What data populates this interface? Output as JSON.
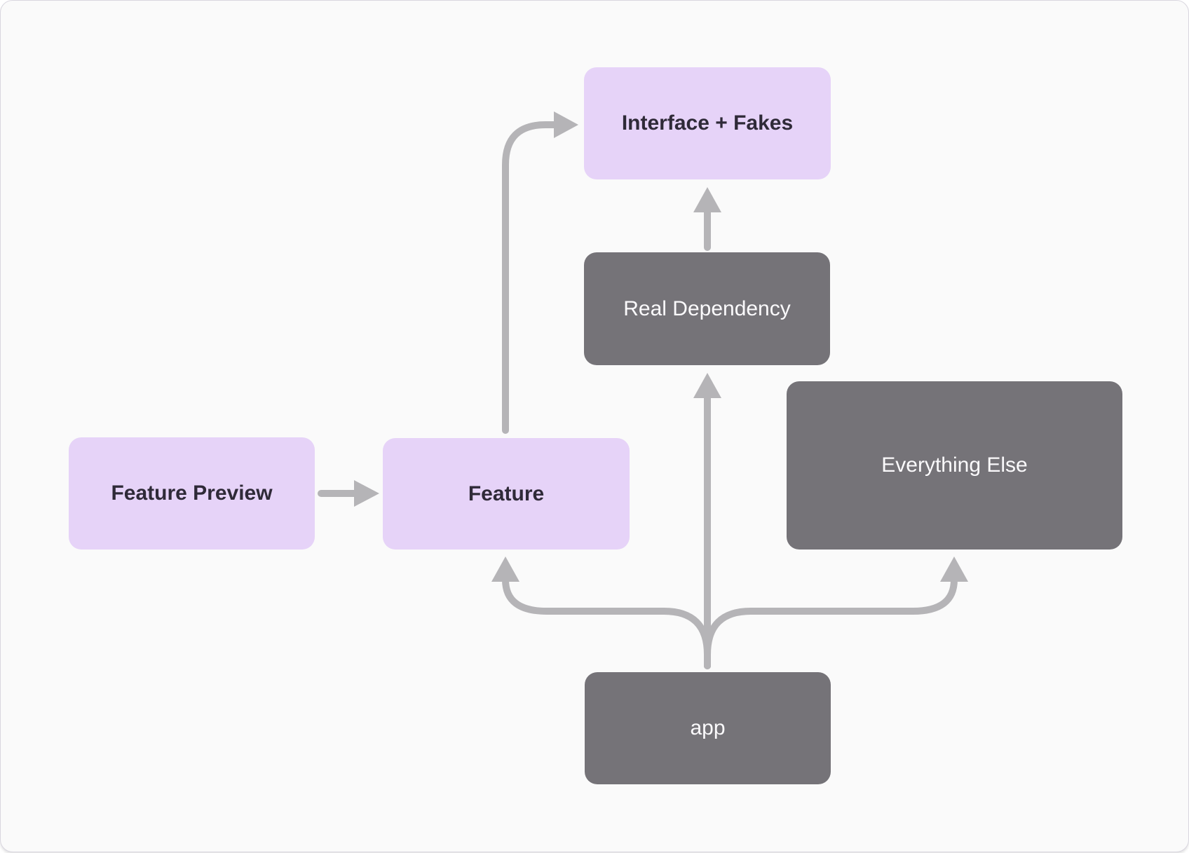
{
  "diagram": {
    "colors": {
      "canvas_background": "#fafafa",
      "canvas_border": "#d9d6df",
      "node_fill_purple": "#e6d3f8",
      "node_fill_gray": "#757378",
      "node_text_dark": "#2f2a38",
      "node_text_light": "#fbfafc",
      "arrow": "#b5b4b7"
    },
    "nodes": [
      {
        "id": "interface-fakes",
        "label": "Interface + Fakes",
        "variant": "purple"
      },
      {
        "id": "real-dependency",
        "label": "Real Dependency",
        "variant": "gray"
      },
      {
        "id": "everything-else",
        "label": "Everything Else",
        "variant": "gray"
      },
      {
        "id": "feature-preview",
        "label": "Feature Preview",
        "variant": "purple"
      },
      {
        "id": "feature",
        "label": "Feature",
        "variant": "purple"
      },
      {
        "id": "app",
        "label": "app",
        "variant": "gray"
      }
    ],
    "edges": [
      {
        "from": "feature-preview",
        "to": "feature"
      },
      {
        "from": "feature",
        "to": "interface-fakes"
      },
      {
        "from": "real-dependency",
        "to": "interface-fakes"
      },
      {
        "from": "app",
        "to": "real-dependency"
      },
      {
        "from": "app",
        "to": "feature"
      },
      {
        "from": "app",
        "to": "everything-else"
      }
    ]
  }
}
